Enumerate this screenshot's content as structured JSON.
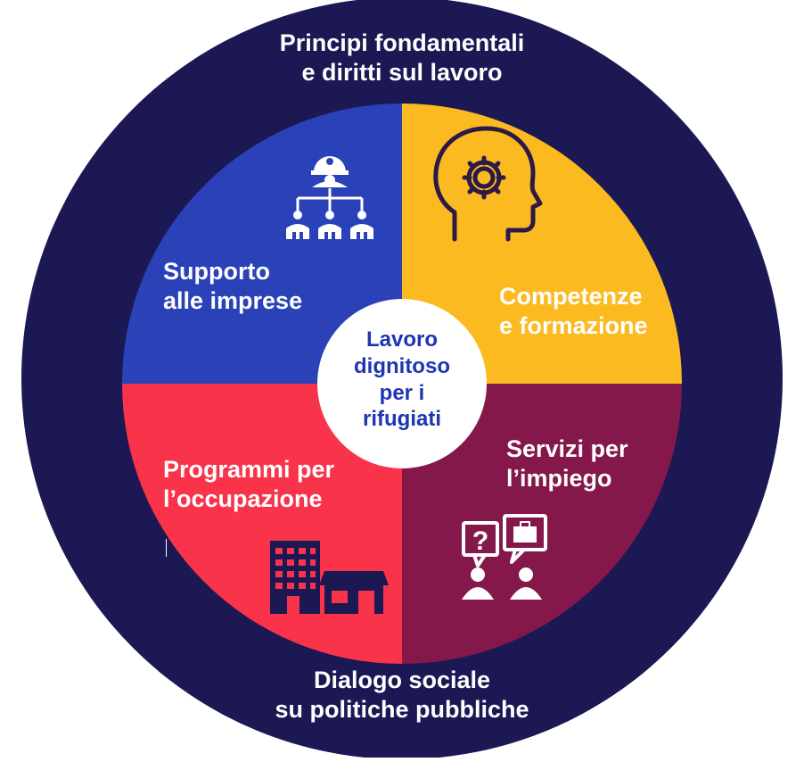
{
  "diagram": {
    "outer_ring_top_label": "Principi fondamentali\ne diritti sul lavoro",
    "outer_ring_bottom_label": "Dialogo sociale\nsu politiche pubbliche",
    "center_label": "Lavoro\ndignitoso\nper i\nrifugiati",
    "quadrants": [
      {
        "label": "Supporto\nalle imprese",
        "icon": "business-hierarchy-icon",
        "color": "#2a41b8"
      },
      {
        "label": "Competenze\ne formazione",
        "icon": "head-gear-icon",
        "color": "#fbba20"
      },
      {
        "label": "Servizi per\nl’impiego",
        "icon": "job-counselling-icon",
        "color": "#85184b"
      },
      {
        "label": "Programmi per\nl’occupazione",
        "icon": "buildings-shop-icon",
        "color": "#f8334a"
      }
    ],
    "colors": {
      "outer_ring": "#1b1854",
      "center_circle": "#ffffff",
      "center_text": "#1f35b4"
    }
  }
}
